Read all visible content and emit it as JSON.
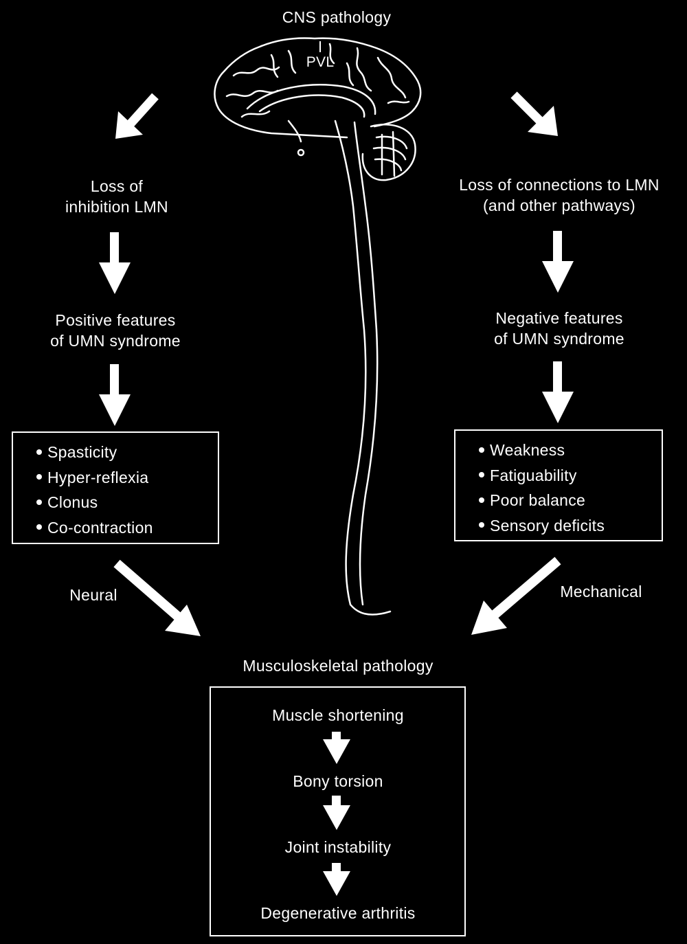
{
  "title": "CNS pathology",
  "brain_label": "PVL",
  "left": {
    "cause": [
      "Loss of",
      "inhibition LMN"
    ],
    "result": [
      "Positive features",
      "of UMN syndrome"
    ],
    "items": [
      "Spasticity",
      "Hyper-reflexia",
      "Clonus",
      "Co-contraction"
    ],
    "path_label": "Neural"
  },
  "right": {
    "cause": [
      "Loss of connections to LMN",
      "(and other pathways)"
    ],
    "result": [
      "Negative features",
      "of UMN syndrome"
    ],
    "items": [
      "Weakness",
      "Fatiguability",
      "Poor balance",
      "Sensory deficits"
    ],
    "path_label": "Mechanical"
  },
  "bottom": {
    "title": "Musculoskeletal pathology",
    "steps": [
      "Muscle shortening",
      "Bony torsion",
      "Joint instability",
      "Degenerative arthritis"
    ]
  },
  "colors": {
    "background": "#000000",
    "foreground": "#ffffff"
  }
}
